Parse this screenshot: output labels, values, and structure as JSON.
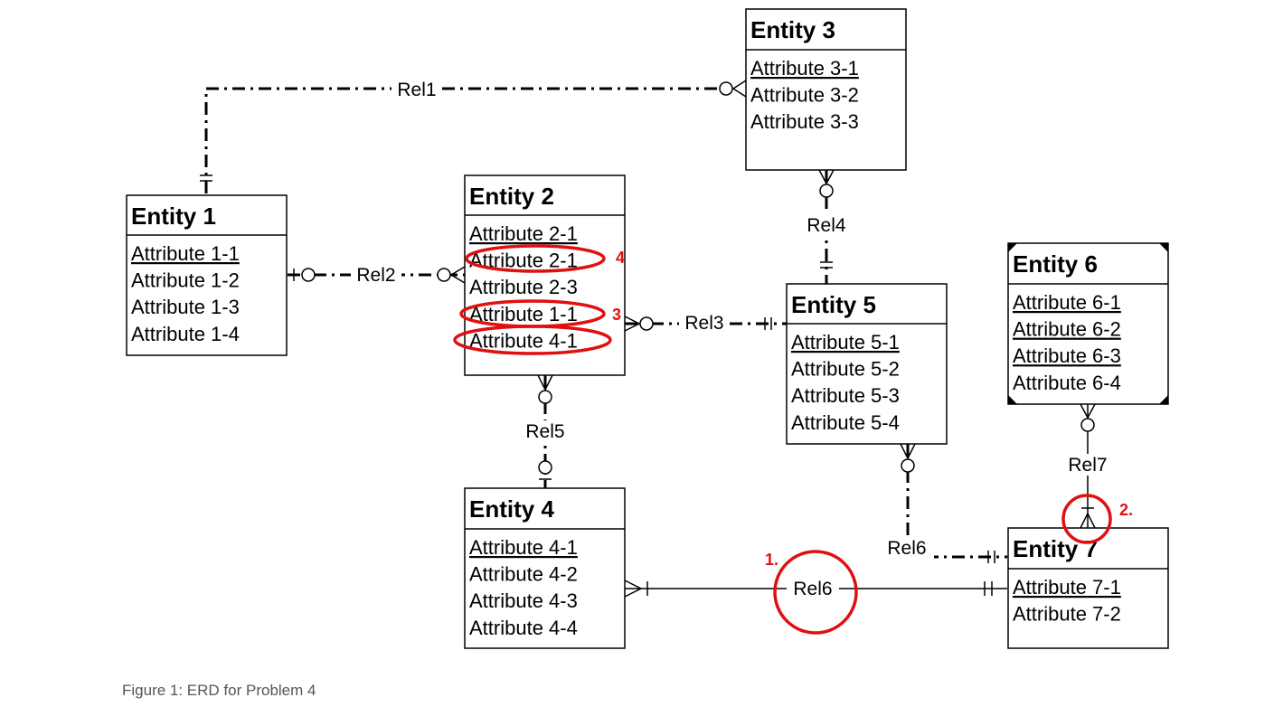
{
  "entities": [
    {
      "title": "Entity 1",
      "attributes": [
        {
          "text": "Attribute 1-1",
          "key": true
        },
        {
          "text": "Attribute 1-2",
          "key": false
        },
        {
          "text": "Attribute 1-3",
          "key": false
        },
        {
          "text": "Attribute 1-4",
          "key": false
        }
      ]
    },
    {
      "title": "Entity 2",
      "attributes": [
        {
          "text": "Attribute 2-1",
          "key": true
        },
        {
          "text": "Attribute 2-1",
          "key": false
        },
        {
          "text": "Attribute 2-3",
          "key": false
        },
        {
          "text": "Attribute 1-1",
          "key": false
        },
        {
          "text": "Attribute 4-1",
          "key": false
        }
      ]
    },
    {
      "title": "Entity 3",
      "attributes": [
        {
          "text": "Attribute 3-1",
          "key": true
        },
        {
          "text": "Attribute 3-2",
          "key": false
        },
        {
          "text": "Attribute 3-3",
          "key": false
        }
      ]
    },
    {
      "title": "Entity 4",
      "attributes": [
        {
          "text": "Attribute 4-1",
          "key": true
        },
        {
          "text": "Attribute 4-2",
          "key": false
        },
        {
          "text": "Attribute 4-3",
          "key": false
        },
        {
          "text": "Attribute 4-4",
          "key": false
        }
      ]
    },
    {
      "title": "Entity 5",
      "attributes": [
        {
          "text": "Attribute 5-1",
          "key": true
        },
        {
          "text": "Attribute 5-2",
          "key": false
        },
        {
          "text": "Attribute 5-3",
          "key": false
        },
        {
          "text": "Attribute 5-4",
          "key": false
        }
      ]
    },
    {
      "title": "Entity 6",
      "attributes": [
        {
          "text": "Attribute 6-1",
          "key": true
        },
        {
          "text": "Attribute 6-2",
          "key": true
        },
        {
          "text": "Attribute 6-3",
          "key": true
        },
        {
          "text": "Attribute 6-4",
          "key": false
        }
      ]
    },
    {
      "title": "Entity 7",
      "attributes": [
        {
          "text": "Attribute 7-1",
          "key": true
        },
        {
          "text": "Attribute 7-2",
          "key": false
        }
      ]
    }
  ],
  "relationships": [
    "Rel1",
    "Rel2",
    "Rel3",
    "Rel4",
    "Rel5",
    "Rel6",
    "Rel6",
    "Rel7"
  ],
  "annotations": [
    "1.",
    "2.",
    "3",
    "4"
  ],
  "annotation_color": "#e01010",
  "caption": "Figure 1: ERD for Problem 4"
}
